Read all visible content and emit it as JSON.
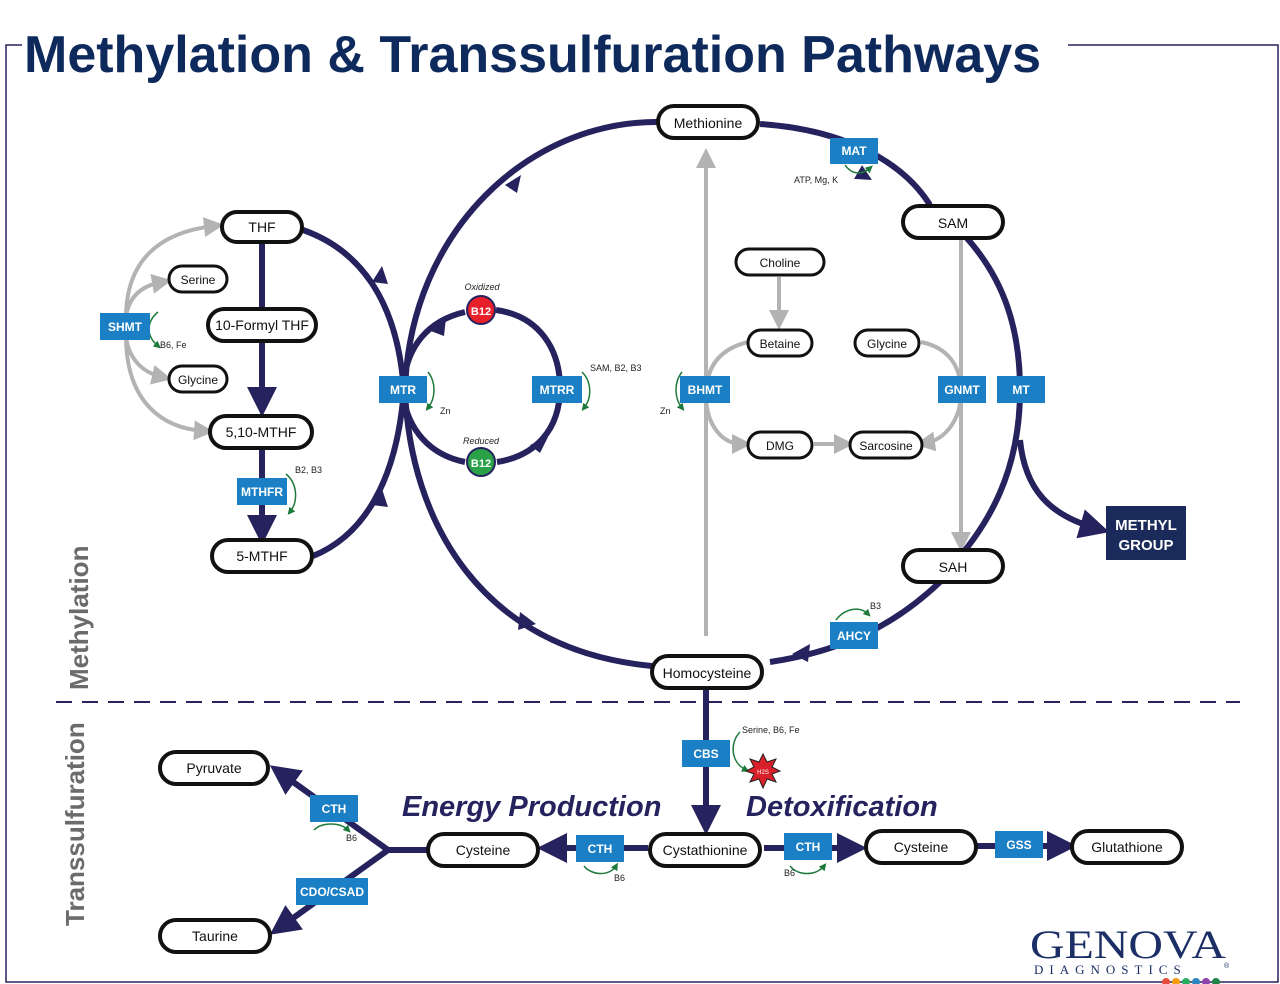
{
  "title": "Methylation & Transsulfuration Pathways",
  "sections": {
    "methylation": "Methylation",
    "transsulfuration": "Transsulfuration"
  },
  "headings": {
    "energy": "Energy Production",
    "detox": "Detoxification"
  },
  "nodes": {
    "methionine": "Methionine",
    "sam": "SAM",
    "sah": "SAH",
    "homocysteine": "Homocysteine",
    "thf": "THF",
    "serine": "Serine",
    "formyl_thf": "10-Formyl THF",
    "glycine_left": "Glycine",
    "mthf_510": "5,10-MTHF",
    "mthf_5": "5-MTHF",
    "choline": "Choline",
    "betaine": "Betaine",
    "glycine_right": "Glycine",
    "dmg": "DMG",
    "sarcosine": "Sarcosine",
    "pyruvate": "Pyruvate",
    "cysteine_left": "Cysteine",
    "cystathionine": "Cystathionine",
    "cysteine_right": "Cysteine",
    "glutathione": "Glutathione",
    "taurine": "Taurine",
    "methyl_group": [
      "METHYL",
      "GROUP"
    ]
  },
  "enzymes": {
    "mat": "MAT",
    "shmt": "SHMT",
    "mthfr": "MTHFR",
    "mtr": "MTR",
    "mtrr": "MTRR",
    "bhmt": "BHMT",
    "gnmt": "GNMT",
    "mt": "MT",
    "ahcy": "AHCY",
    "cbs": "CBS",
    "cth_left": "CTH",
    "cth_mid": "CTH",
    "cth_right": "CTH",
    "cdo_csad": "CDO/CSAD",
    "gss": "GSS"
  },
  "cofactors": {
    "mat": "ATP, Mg, K",
    "shmt": "B6, Fe",
    "mthfr": "B2, B3",
    "mtr": "Zn",
    "mtrr": "SAM, B2, B3",
    "bhmt": "Zn",
    "ahcy": "B3",
    "cbs": "Serine, B6, Fe",
    "cth_left": "B6",
    "cth_mid": "B6",
    "cth_right": "B6"
  },
  "b12": {
    "oxidized_label": "Oxidized",
    "oxidized": "B12",
    "reduced_label": "Reduced",
    "reduced": "B12"
  },
  "h2s_label": "H2S",
  "logo": {
    "name": "GENOVA",
    "sub": "DIAGNOSTICS",
    "mark": "®",
    "dot_colors": [
      "#e84c3d",
      "#f39c12",
      "#27ae60",
      "#2e86c1",
      "#8e44ad",
      "#1e8449"
    ]
  },
  "colors": {
    "navy": "#26225e",
    "title": "#0e2a5c",
    "enzyme": "#1a7fc4",
    "gray_arrow": "#b3b3b3",
    "b12_oxidized": "#e8202a",
    "b12_reduced": "#2aa048",
    "cofactor_curve": "#1e7a3c",
    "methyl_box": "#1a2a5a"
  }
}
